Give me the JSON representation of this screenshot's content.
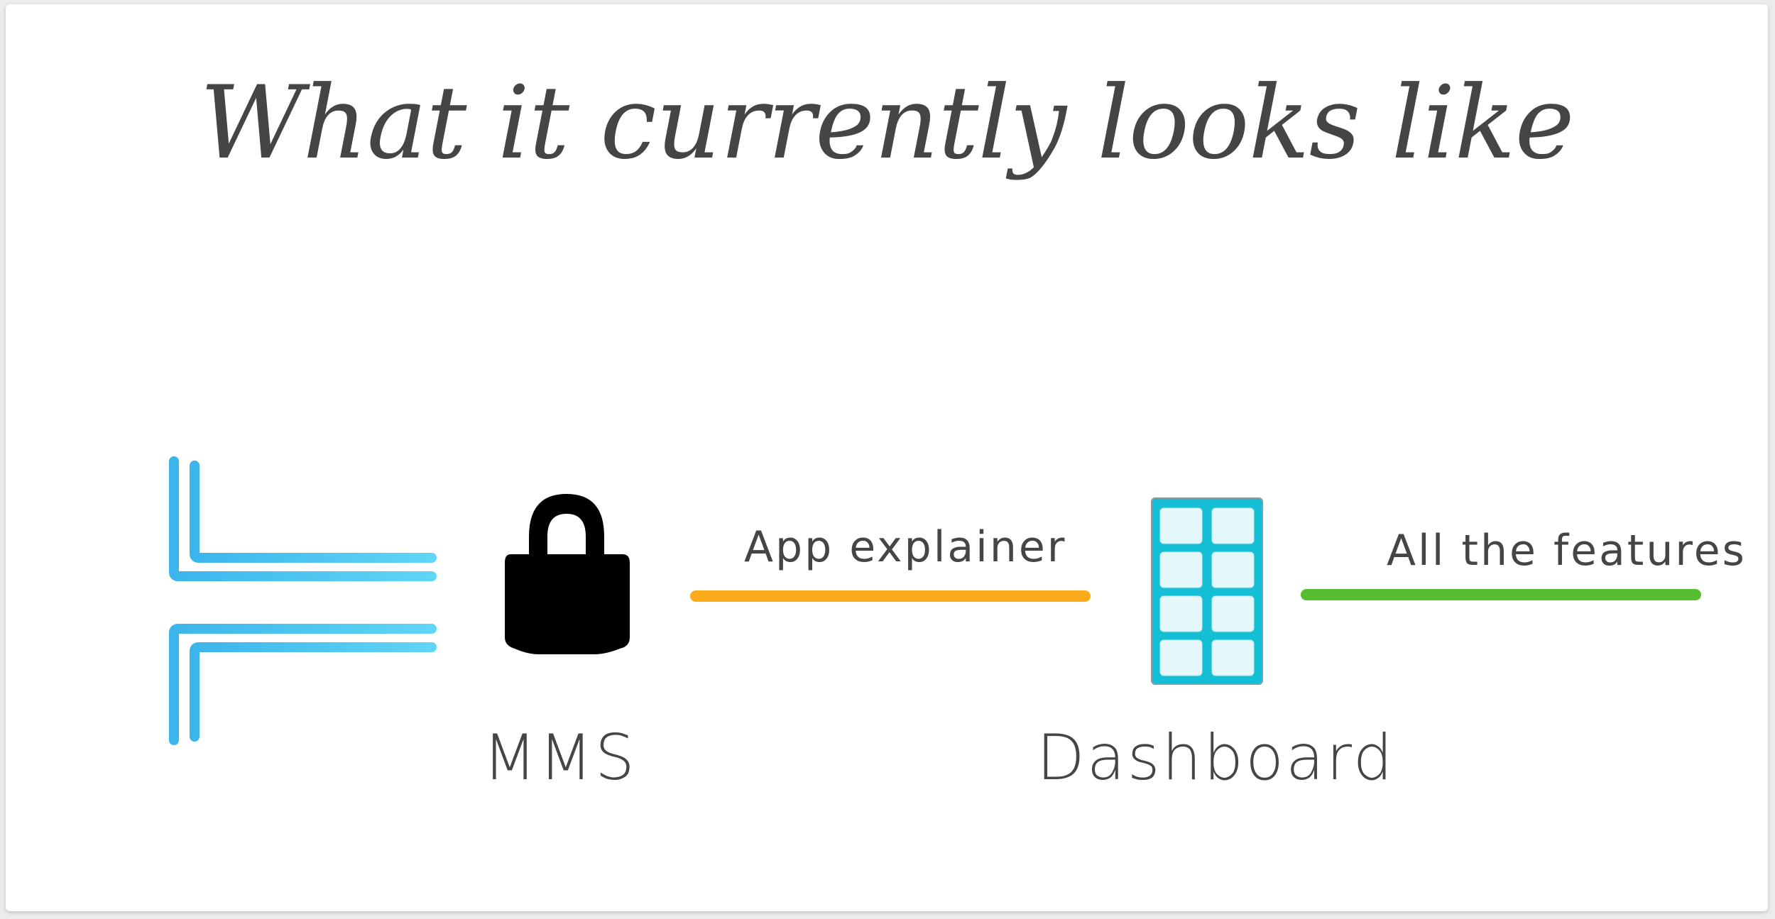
{
  "slide": {
    "title": "What it currently looks like"
  },
  "diagram": {
    "nodes": {
      "mms": {
        "label": "MMS"
      },
      "dashboard": {
        "label": "Dashboard"
      }
    },
    "connectors": [
      {
        "label": "App explainer",
        "color": "#fbaa19"
      },
      {
        "label": "All the features",
        "color": "#55bf30"
      }
    ]
  },
  "icons": {
    "logo": "blue-lines-logo-icon",
    "lock": "lock-icon",
    "grid": "dashboard-grid-icon"
  },
  "colors": {
    "logo_blue": "#3cb5ec",
    "logo_blue_light": "#5fd6f5",
    "dashboard_teal": "#14bfd6",
    "dashboard_tile": "#e4f7fa",
    "text": "#454545"
  }
}
